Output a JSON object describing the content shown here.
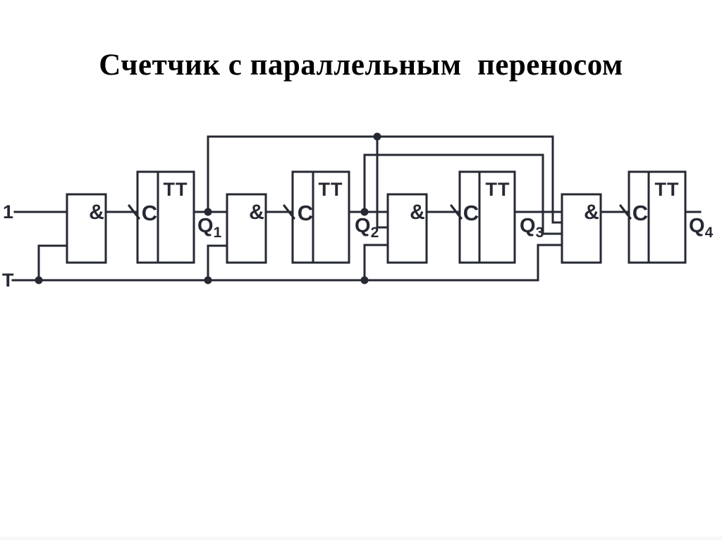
{
  "title": "Счетчик с параллельным  переносом",
  "colors": {
    "background": "#ffffff",
    "line": "#262833",
    "title": "#000000"
  },
  "inputs": {
    "count": "1",
    "toggle": "T"
  },
  "stages": [
    {
      "and": "&",
      "clock": "C",
      "ff": "TT",
      "out_base": "Q",
      "out_sub": "1"
    },
    {
      "and": "&",
      "clock": "C",
      "ff": "TT",
      "out_base": "Q",
      "out_sub": "2"
    },
    {
      "and": "&",
      "clock": "C",
      "ff": "TT",
      "out_base": "Q",
      "out_sub": "3"
    },
    {
      "and": "&",
      "clock": "C",
      "ff": "TT",
      "out_base": "Q",
      "out_sub": "4"
    }
  ]
}
